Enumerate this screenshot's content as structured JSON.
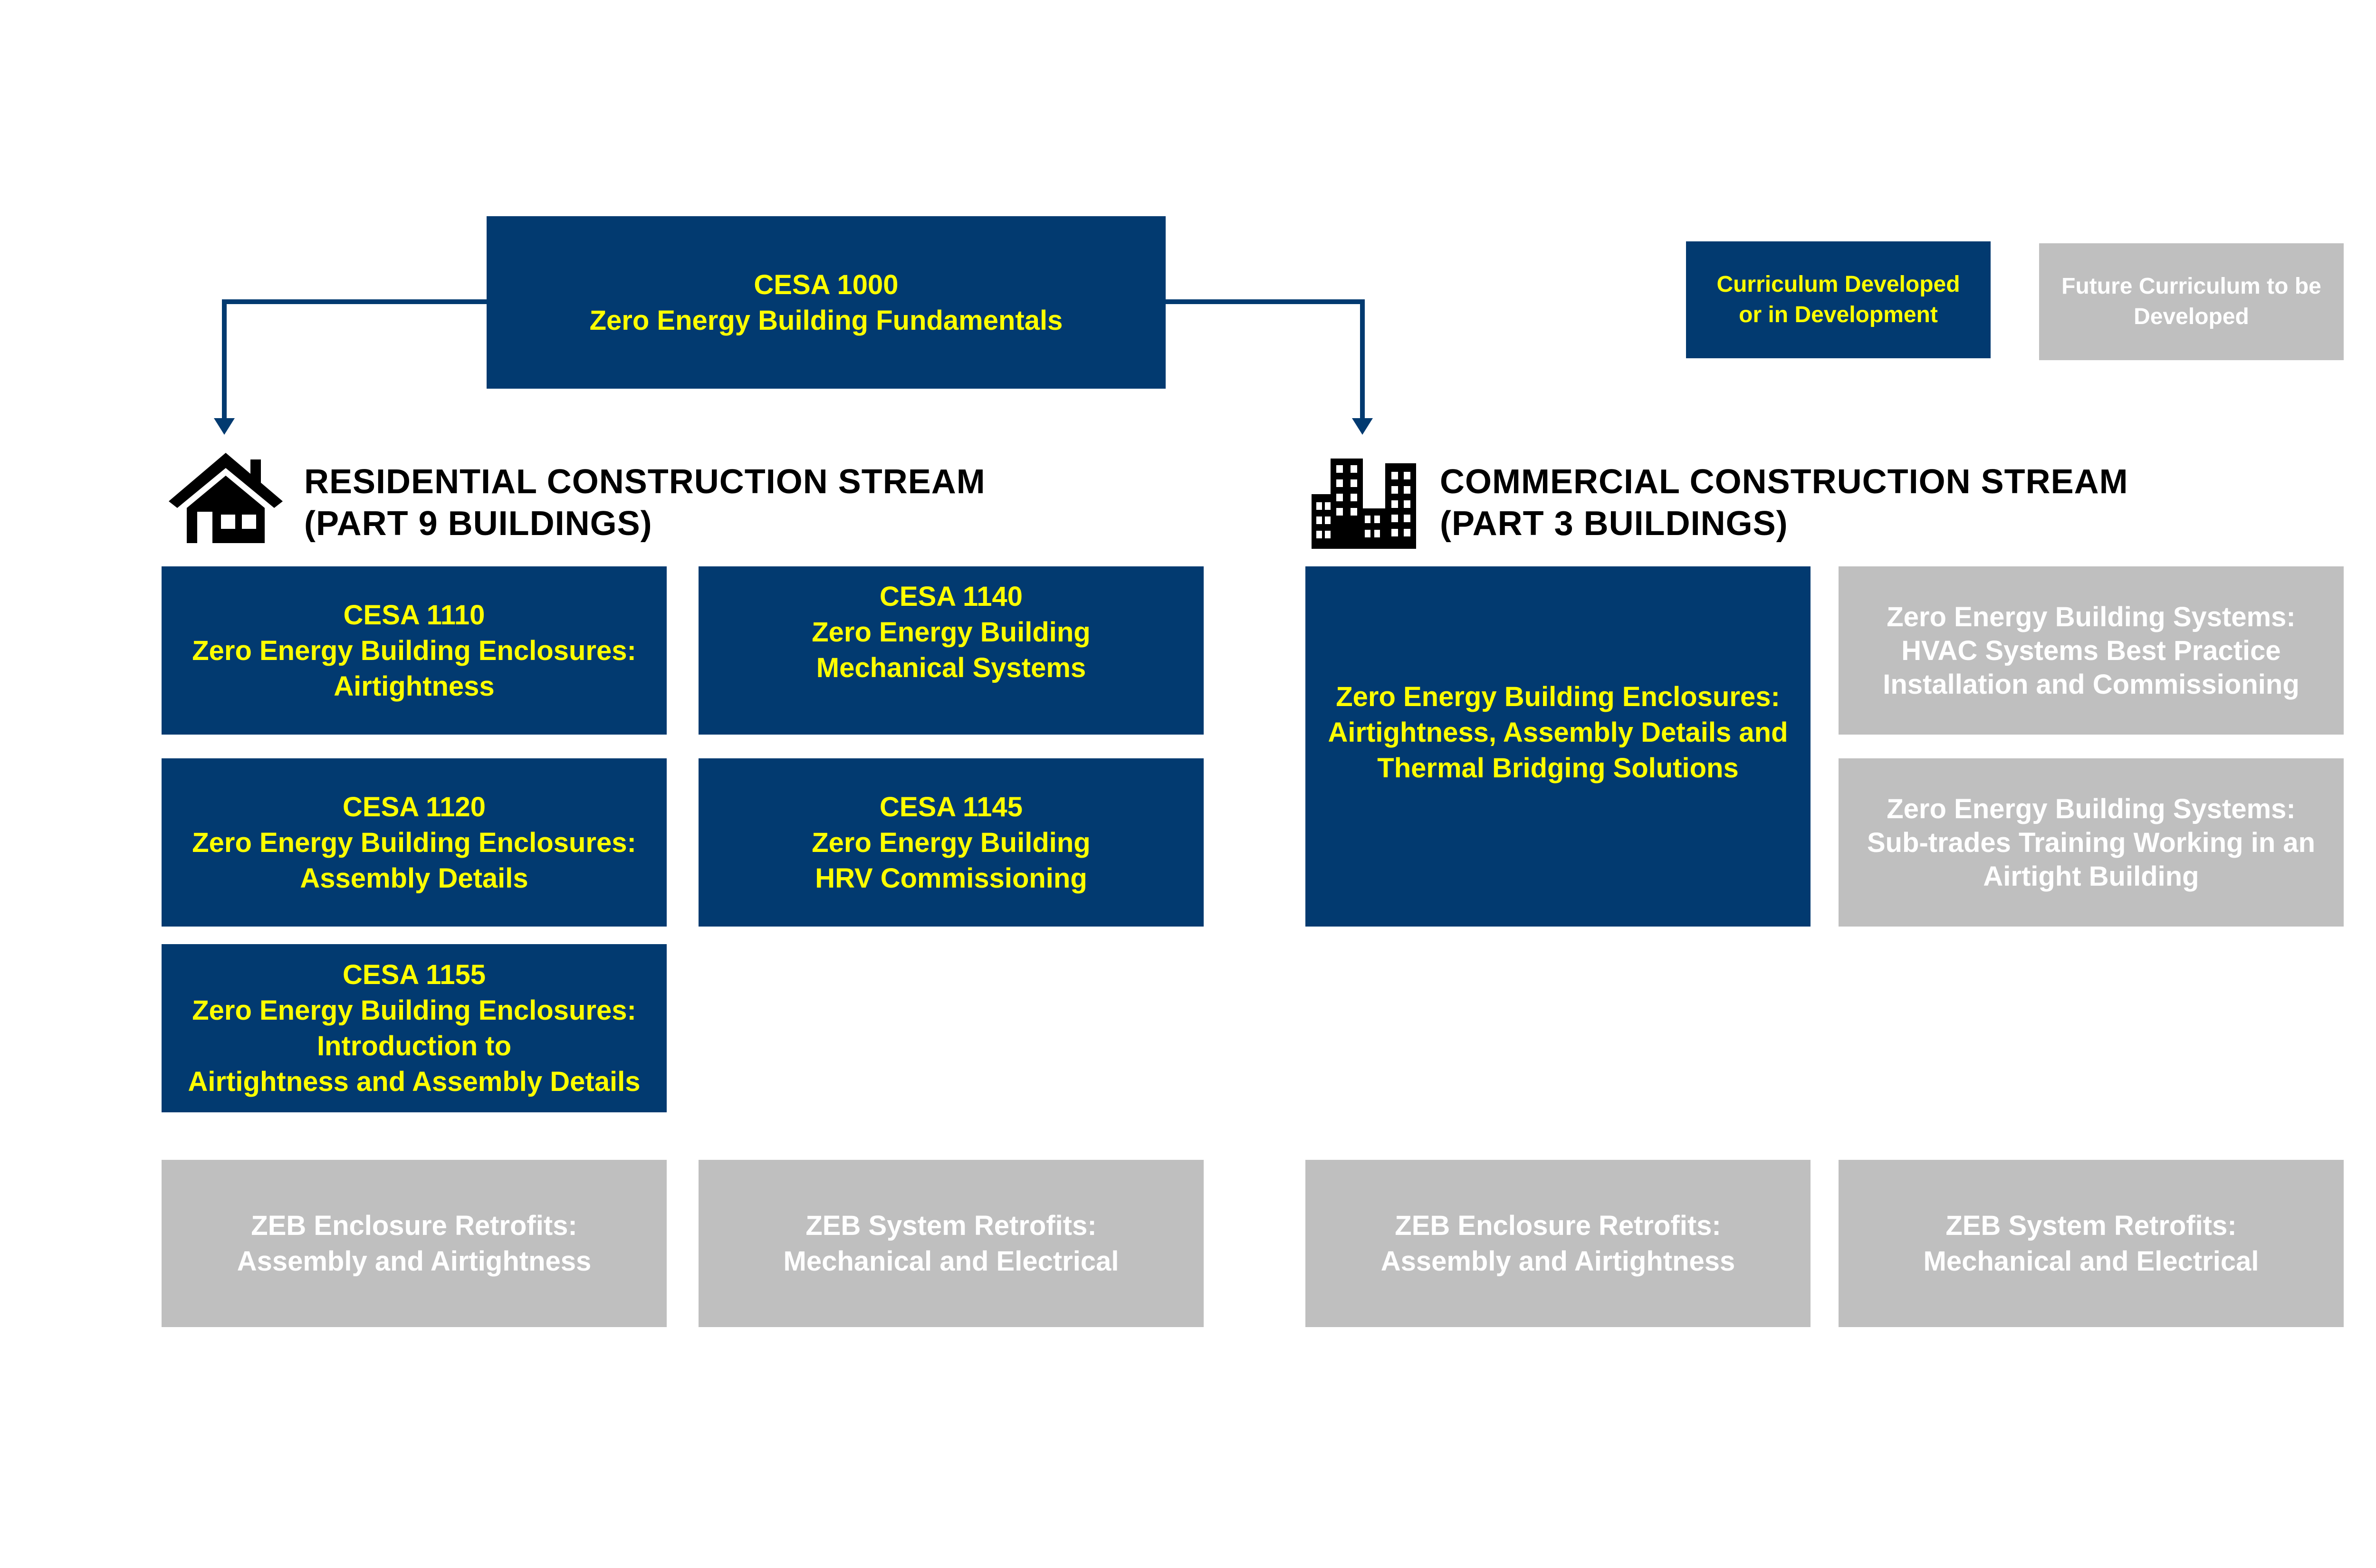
{
  "legend": {
    "developed": [
      "Curriculum Developed",
      "or in Development"
    ],
    "future": [
      "Future Curriculum to be",
      "Developed"
    ]
  },
  "root": {
    "lines": [
      "CESA 1000",
      "Zero Energy Building Fundamentals"
    ],
    "status": "developed"
  },
  "streams": {
    "residential": {
      "heading": [
        "RESIDENTIAL CONSTRUCTION STREAM",
        "(PART 9 BUILDINGS)"
      ],
      "icon": "house-icon",
      "courses": [
        {
          "lines": [
            "CESA 1110",
            "Zero Energy Building Enclosures:",
            "Airtightness"
          ],
          "status": "developed"
        },
        {
          "lines": [
            "CESA 1140",
            "Zero Energy Building",
            "Mechanical Systems"
          ],
          "status": "developed"
        },
        {
          "lines": [
            "CESA 1120",
            "Zero Energy Building Enclosures:",
            "Assembly Details"
          ],
          "status": "developed"
        },
        {
          "lines": [
            "CESA 1145",
            "Zero Energy Building",
            "HRV Commissioning"
          ],
          "status": "developed"
        },
        {
          "lines": [
            "CESA 1155",
            "Zero Energy Building Enclosures:",
            "Introduction to",
            "Airtightness and Assembly Details"
          ],
          "status": "developed"
        },
        {
          "lines": [
            "ZEB Enclosure Retrofits:",
            "Assembly and Airtightness"
          ],
          "status": "future"
        },
        {
          "lines": [
            "ZEB System Retrofits:",
            "Mechanical and Electrical"
          ],
          "status": "future"
        }
      ]
    },
    "commercial": {
      "heading": [
        "COMMERCIAL CONSTRUCTION STREAM",
        "(PART 3 BUILDINGS)"
      ],
      "icon": "office-buildings-icon",
      "courses": [
        {
          "lines": [
            "Zero Energy Building Enclosures:",
            "Airtightness, Assembly Details and",
            "Thermal Bridging Solutions"
          ],
          "status": "developed"
        },
        {
          "lines": [
            "Zero Energy Building Systems:",
            "HVAC Systems Best Practice",
            "Installation and Commissioning"
          ],
          "status": "future"
        },
        {
          "lines": [
            "Zero Energy Building Systems:",
            "Sub-trades Training Working in an",
            "Airtight Building"
          ],
          "status": "future"
        },
        {
          "lines": [
            "ZEB Enclosure Retrofits:",
            "Assembly and Airtightness"
          ],
          "status": "future"
        },
        {
          "lines": [
            "ZEB System Retrofits:",
            "Mechanical and Electrical"
          ],
          "status": "future"
        }
      ]
    }
  },
  "colors": {
    "developed_fill": "#023a70",
    "developed_text": "#ffff00",
    "future_fill": "#bfbfbf",
    "future_text": "#ffffff",
    "connector": "#023a70"
  }
}
